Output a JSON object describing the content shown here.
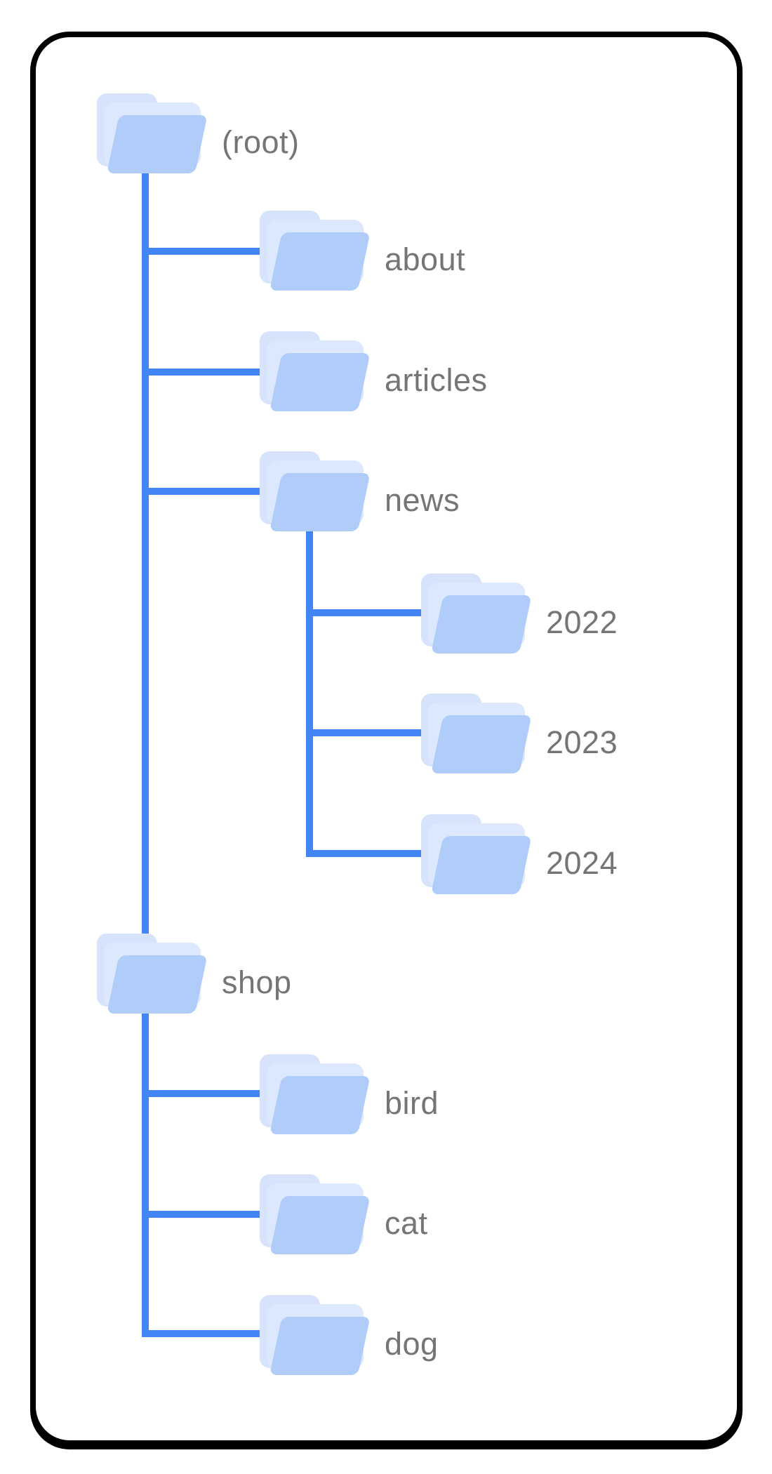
{
  "colors": {
    "line": "#4285f4",
    "folder_front": "#b0ccf9",
    "folder_back": "#d7e3fb",
    "folder_sheet": "#dce8fd",
    "label": "#757575",
    "card_border": "#000000",
    "background": "#ffffff"
  },
  "tree": {
    "nodes": [
      {
        "label": "(root)",
        "parent": null,
        "depth": 0
      },
      {
        "label": "about",
        "parent": "(root)",
        "depth": 1
      },
      {
        "label": "articles",
        "parent": "(root)",
        "depth": 1
      },
      {
        "label": "news",
        "parent": "(root)",
        "depth": 1
      },
      {
        "label": "2022",
        "parent": "news",
        "depth": 2
      },
      {
        "label": "2023",
        "parent": "news",
        "depth": 2
      },
      {
        "label": "2024",
        "parent": "news",
        "depth": 2
      },
      {
        "label": "shop",
        "parent": "(root)",
        "depth": 1
      },
      {
        "label": "bird",
        "parent": "shop",
        "depth": 2
      },
      {
        "label": "cat",
        "parent": "shop",
        "depth": 2
      },
      {
        "label": "dog",
        "parent": "shop",
        "depth": 2
      }
    ],
    "hierarchy": {
      "(root)": [
        "about",
        "articles",
        "news",
        "shop"
      ],
      "news": [
        "2022",
        "2023",
        "2024"
      ],
      "shop": [
        "bird",
        "cat",
        "dog"
      ]
    }
  }
}
